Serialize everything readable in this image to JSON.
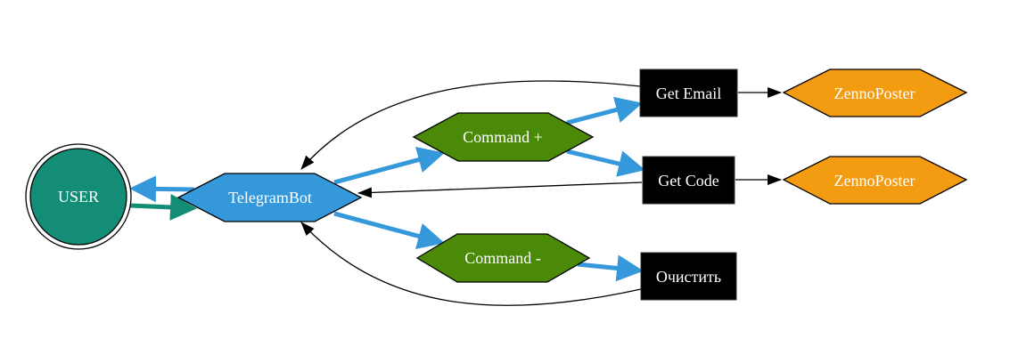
{
  "diagram": {
    "type": "flowchart",
    "colors": {
      "user": "#138d75",
      "telegram": "#3498db",
      "command": "#4b8a08",
      "action": "#000000",
      "zenno": "#f39c12",
      "edge_blue": "#3498db",
      "edge_green": "#138d75",
      "edge_black": "#000000",
      "label": "#ffffff"
    },
    "nodes": [
      {
        "id": "user",
        "label": "USER",
        "shape": "doublecircle"
      },
      {
        "id": "telegrambot",
        "label": "TelegramBot",
        "shape": "hexagon"
      },
      {
        "id": "command_plus",
        "label": "Command +",
        "shape": "hexagon"
      },
      {
        "id": "command_minus",
        "label": "Command -",
        "shape": "hexagon"
      },
      {
        "id": "get_email",
        "label": "Get Email",
        "shape": "box"
      },
      {
        "id": "get_code",
        "label": "Get Code",
        "shape": "box"
      },
      {
        "id": "clear",
        "label": "Очистить",
        "shape": "box"
      },
      {
        "id": "zenno1",
        "label": "ZennoPoster",
        "shape": "hexagon"
      },
      {
        "id": "zenno2",
        "label": "ZennoPoster",
        "shape": "hexagon"
      }
    ],
    "edges": [
      {
        "from": "user",
        "to": "telegrambot",
        "style": "bold",
        "color": "green"
      },
      {
        "from": "telegrambot",
        "to": "user",
        "style": "bold",
        "color": "blue"
      },
      {
        "from": "telegrambot",
        "to": "command_plus",
        "style": "bold",
        "color": "blue"
      },
      {
        "from": "telegrambot",
        "to": "command_minus",
        "style": "bold",
        "color": "blue"
      },
      {
        "from": "command_plus",
        "to": "get_email",
        "style": "bold",
        "color": "blue"
      },
      {
        "from": "command_plus",
        "to": "get_code",
        "style": "bold",
        "color": "blue"
      },
      {
        "from": "command_minus",
        "to": "clear",
        "style": "bold",
        "color": "blue"
      },
      {
        "from": "get_email",
        "to": "zenno1",
        "style": "thin",
        "color": "black"
      },
      {
        "from": "get_code",
        "to": "zenno2",
        "style": "thin",
        "color": "black"
      },
      {
        "from": "get_email",
        "to": "telegrambot",
        "style": "thin",
        "color": "black"
      },
      {
        "from": "get_code",
        "to": "telegrambot",
        "style": "thin",
        "color": "black"
      },
      {
        "from": "clear",
        "to": "telegrambot",
        "style": "thin",
        "color": "black"
      }
    ]
  }
}
